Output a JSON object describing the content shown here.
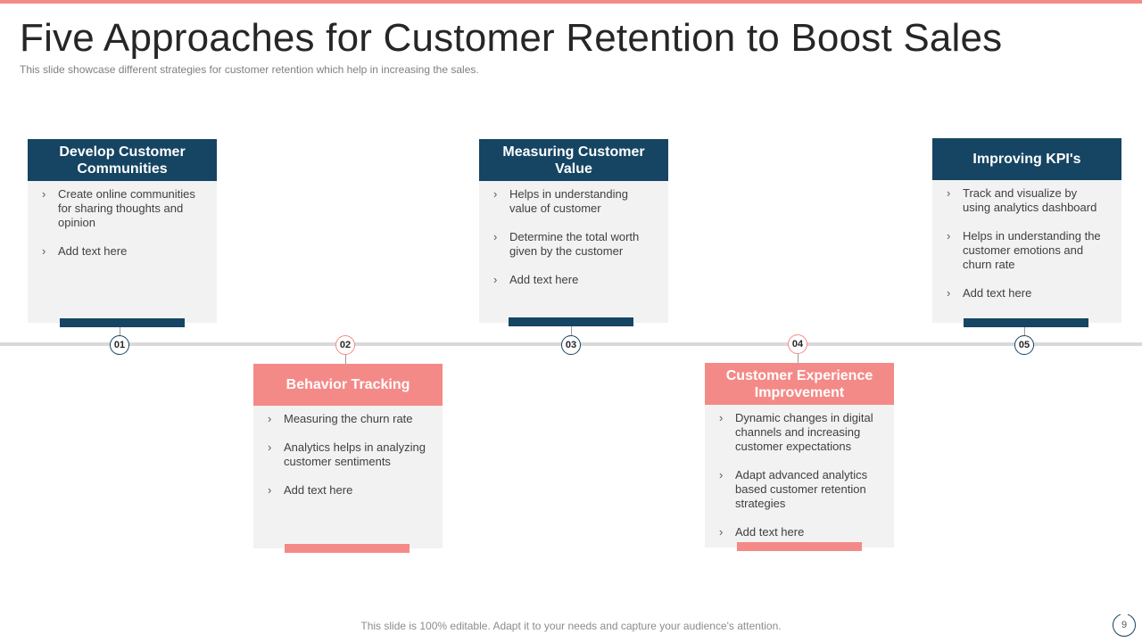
{
  "slide": {
    "title": "Five Approaches for Customer Retention to Boost Sales",
    "subtitle": "This slide showcase different strategies for customer retention which help in increasing the sales.",
    "footer": "This slide is 100% editable. Adapt it to your needs and capture your audience's attention.",
    "page_number": "9"
  },
  "colors": {
    "dark": "#154563",
    "pink": "#f48a87",
    "card_bg": "#f2f2f2",
    "line": "#d9d9d9"
  },
  "icons": {
    "bullet": "chevron-right-icon"
  },
  "steps": [
    {
      "number": "01",
      "heading": "Develop Customer Communities",
      "bullets": [
        "Create online communities for sharing thoughts and opinion",
        "Add text here"
      ]
    },
    {
      "number": "02",
      "heading": "Behavior Tracking",
      "bullets": [
        "Measuring the churn rate",
        "Analytics helps in analyzing customer sentiments",
        "Add text here"
      ]
    },
    {
      "number": "03",
      "heading": "Measuring Customer Value",
      "bullets": [
        "Helps in understanding value of customer",
        "Determine the total worth given by the customer",
        "Add text here"
      ]
    },
    {
      "number": "04",
      "heading": "Customer Experience Improvement",
      "bullets": [
        "Dynamic changes in digital channels and increasing customer expectations",
        "Adapt advanced analytics based customer retention strategies",
        "Add text here"
      ]
    },
    {
      "number": "05",
      "heading": "Improving KPI's",
      "bullets": [
        "Track and visualize by using analytics dashboard",
        "Helps in understanding the customer emotions and churn rate",
        "Add text here"
      ]
    }
  ]
}
